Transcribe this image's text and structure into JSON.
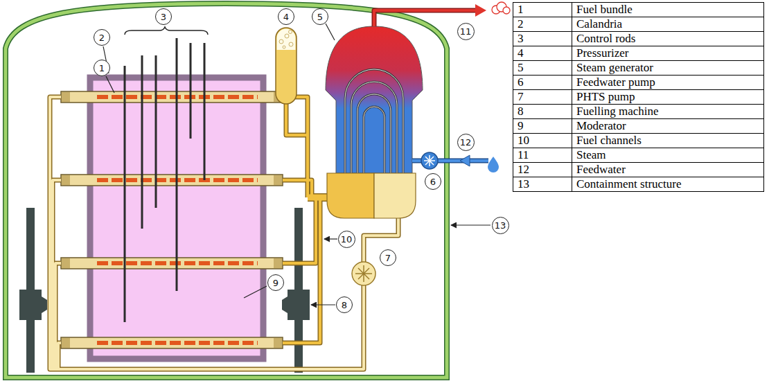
{
  "diagram": {
    "labels": [
      "1",
      "2",
      "3",
      "4",
      "5",
      "6",
      "7",
      "8",
      "9",
      "10",
      "11",
      "12",
      "13",
      "1",
      "Fuel bundle",
      "2",
      "Calandria",
      "3",
      "Control rods",
      "4",
      "Pressurizer",
      "5",
      "Steam generator",
      "6",
      "Feedwater pump",
      "7",
      "PHTS pump",
      "8",
      "Fuelling machine",
      "9",
      "Moderator",
      "10",
      "Fuel channels",
      "11",
      "Steam",
      "12",
      "Feedwater",
      "13",
      "Containment structure"
    ]
  }
}
